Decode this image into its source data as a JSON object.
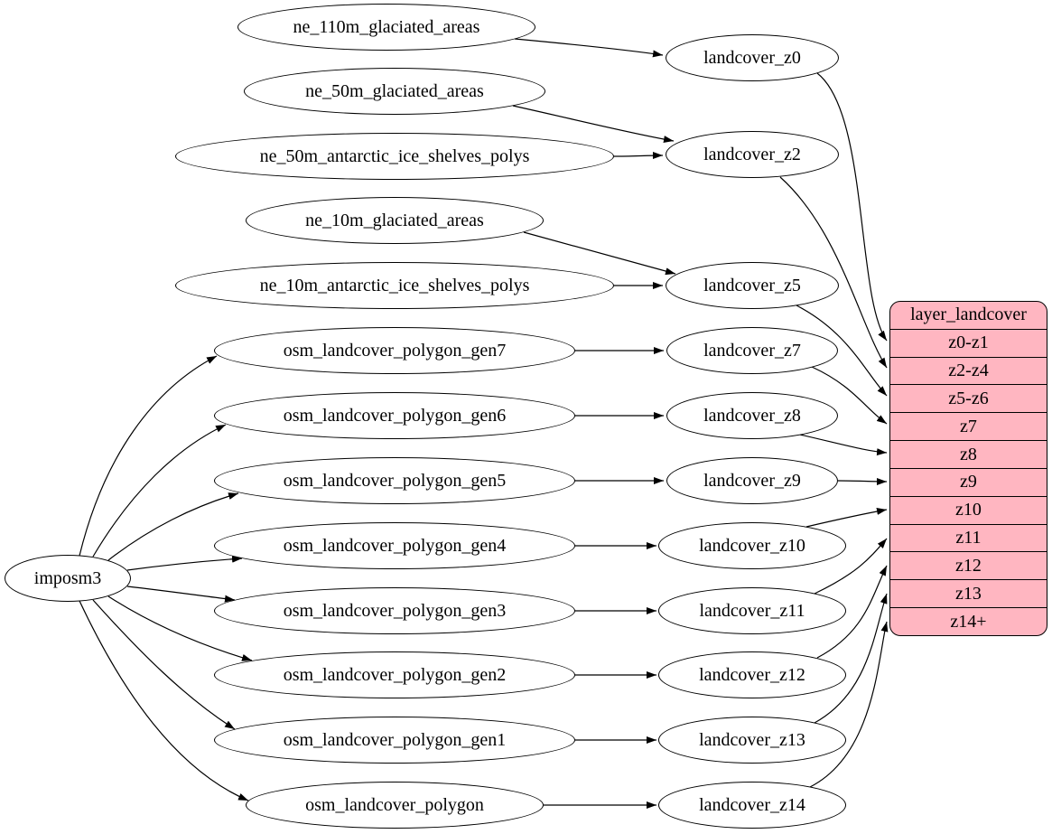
{
  "colors": {
    "background": "#ffffff",
    "node_fill": "#ffffff",
    "node_border": "#000000",
    "edge": "#000000",
    "table_fill": "#ffb6c1"
  },
  "imposm3": {
    "label": "imposm3"
  },
  "sources": [
    {
      "label": "ne_110m_glaciated_areas"
    },
    {
      "label": "ne_50m_glaciated_areas"
    },
    {
      "label": "ne_50m_antarctic_ice_shelves_polys"
    },
    {
      "label": "ne_10m_glaciated_areas"
    },
    {
      "label": "ne_10m_antarctic_ice_shelves_polys"
    },
    {
      "label": "osm_landcover_polygon_gen7"
    },
    {
      "label": "osm_landcover_polygon_gen6"
    },
    {
      "label": "osm_landcover_polygon_gen5"
    },
    {
      "label": "osm_landcover_polygon_gen4"
    },
    {
      "label": "osm_landcover_polygon_gen3"
    },
    {
      "label": "osm_landcover_polygon_gen2"
    },
    {
      "label": "osm_landcover_polygon_gen1"
    },
    {
      "label": "osm_landcover_polygon"
    }
  ],
  "generalized": [
    {
      "label": "landcover_z0"
    },
    {
      "label": "landcover_z2"
    },
    {
      "label": "landcover_z5"
    },
    {
      "label": "landcover_z7"
    },
    {
      "label": "landcover_z8"
    },
    {
      "label": "landcover_z9"
    },
    {
      "label": "landcover_z10"
    },
    {
      "label": "landcover_z11"
    },
    {
      "label": "landcover_z12"
    },
    {
      "label": "landcover_z13"
    },
    {
      "label": "landcover_z14"
    }
  ],
  "table": {
    "title": "layer_landcover",
    "rows": [
      "z0-z1",
      "z2-z4",
      "z5-z6",
      "z7",
      "z8",
      "z9",
      "z10",
      "z11",
      "z12",
      "z13",
      "z14+"
    ]
  },
  "edges": [
    {
      "from": "ne_110m_glaciated_areas",
      "to": "landcover_z0"
    },
    {
      "from": "ne_50m_glaciated_areas",
      "to": "landcover_z2"
    },
    {
      "from": "ne_50m_antarctic_ice_shelves_polys",
      "to": "landcover_z2"
    },
    {
      "from": "ne_10m_glaciated_areas",
      "to": "landcover_z5"
    },
    {
      "from": "ne_10m_antarctic_ice_shelves_polys",
      "to": "landcover_z5"
    },
    {
      "from": "imposm3",
      "to": "osm_landcover_polygon_gen7"
    },
    {
      "from": "imposm3",
      "to": "osm_landcover_polygon_gen6"
    },
    {
      "from": "imposm3",
      "to": "osm_landcover_polygon_gen5"
    },
    {
      "from": "imposm3",
      "to": "osm_landcover_polygon_gen4"
    },
    {
      "from": "imposm3",
      "to": "osm_landcover_polygon_gen3"
    },
    {
      "from": "imposm3",
      "to": "osm_landcover_polygon_gen2"
    },
    {
      "from": "imposm3",
      "to": "osm_landcover_polygon_gen1"
    },
    {
      "from": "imposm3",
      "to": "osm_landcover_polygon"
    },
    {
      "from": "osm_landcover_polygon_gen7",
      "to": "landcover_z7"
    },
    {
      "from": "osm_landcover_polygon_gen6",
      "to": "landcover_z8"
    },
    {
      "from": "osm_landcover_polygon_gen5",
      "to": "landcover_z9"
    },
    {
      "from": "osm_landcover_polygon_gen4",
      "to": "landcover_z10"
    },
    {
      "from": "osm_landcover_polygon_gen3",
      "to": "landcover_z11"
    },
    {
      "from": "osm_landcover_polygon_gen2",
      "to": "landcover_z12"
    },
    {
      "from": "osm_landcover_polygon_gen1",
      "to": "landcover_z13"
    },
    {
      "from": "osm_landcover_polygon",
      "to": "landcover_z14"
    },
    {
      "from": "landcover_z0",
      "to": "layer_landcover:z0-z1"
    },
    {
      "from": "landcover_z2",
      "to": "layer_landcover:z2-z4"
    },
    {
      "from": "landcover_z5",
      "to": "layer_landcover:z5-z6"
    },
    {
      "from": "landcover_z7",
      "to": "layer_landcover:z7"
    },
    {
      "from": "landcover_z8",
      "to": "layer_landcover:z8"
    },
    {
      "from": "landcover_z9",
      "to": "layer_landcover:z9"
    },
    {
      "from": "landcover_z10",
      "to": "layer_landcover:z10"
    },
    {
      "from": "landcover_z11",
      "to": "layer_landcover:z11"
    },
    {
      "from": "landcover_z12",
      "to": "layer_landcover:z12"
    },
    {
      "from": "landcover_z13",
      "to": "layer_landcover:z13"
    },
    {
      "from": "landcover_z14",
      "to": "layer_landcover:z14+"
    }
  ]
}
